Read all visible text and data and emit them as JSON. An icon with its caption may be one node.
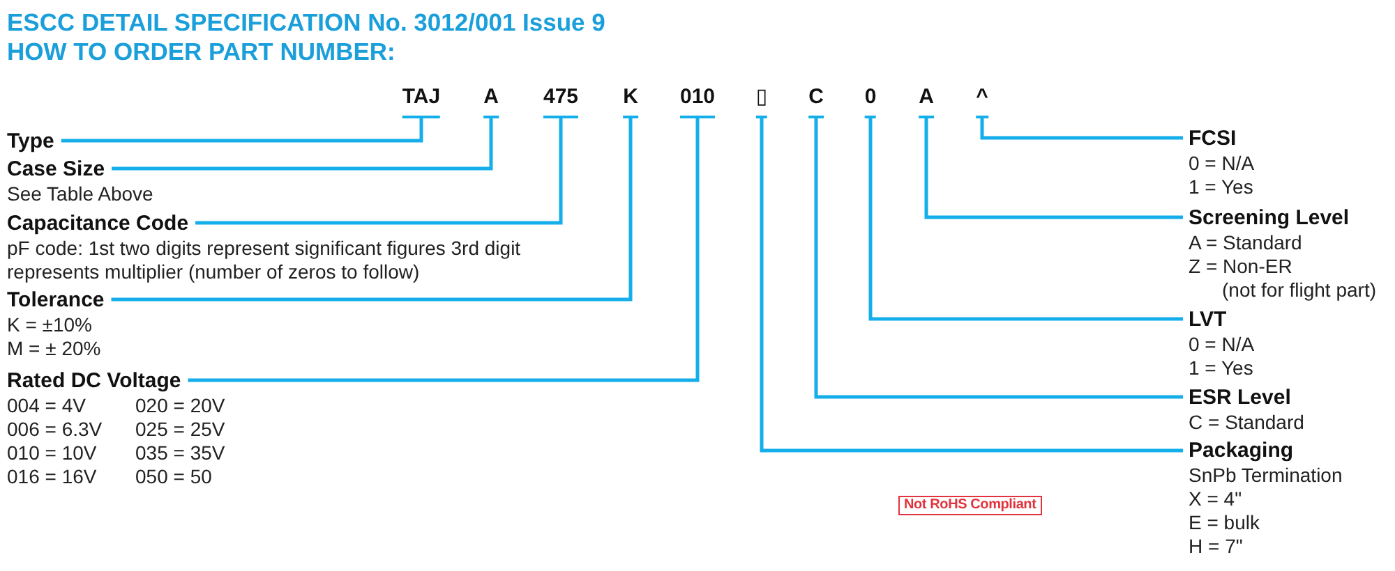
{
  "diagram": {
    "title": "ESCC DETAIL SPECIFICATION No. 3012/001 Issue 9",
    "nodes": [
      {
        "text": [
          "TAJ"
        ]
      },
      {
        "text": [
          "A"
        ]
      },
      {
        "text": [
          "475"
        ]
      },
      {
        "text": [
          "K"
        ]
      },
      {
        "text": [
          "010"
        ]
      },
      {
        "text": [
          "▯"
        ]
      },
      {
        "text": [
          "C"
        ]
      },
      {
        "text": [
          "0"
        ]
      },
      {
        "text": [
          "A"
        ]
      },
      {
        "text": [
          "^"
        ]
      },
      {
        "text": [
          "Type"
        ]
      },
      {
        "text": [
          "Case Size"
        ],
        "beside": [
          "See Table Above"
        ]
      },
      {
        "text": [
          "Capacitance Code"
        ],
        "beside": [
          "pF code: 1st two digits represent significant figures 3rd digit represents multiplier (number of zeros to follow)"
        ]
      },
      {
        "text": [
          "Tolerance"
        ],
        "beside": [
          "K = ±10%",
          "M = ± 20%"
        ]
      },
      {
        "text": [
          "Rated DC Voltage"
        ],
        "beside": [
          "004 = 4V",
          "020 = 20V",
          "006 = 6.3V",
          "025 = 25V",
          "010 = 10V",
          "035 = 35V",
          "016 = 16V",
          "050 = 50"
        ]
      },
      {
        "text": [
          "FCSI"
        ],
        "beside": [
          "0 = N/A",
          "1 = Yes"
        ]
      },
      {
        "text": [
          "Screening Level"
        ],
        "beside": [
          "A = Standard",
          "Z = Non-ER (not for flight part)"
        ]
      },
      {
        "text": [
          "LVT"
        ],
        "beside": [
          "0 = N/A",
          "1 = Yes"
        ]
      },
      {
        "text": [
          "ESR Level"
        ],
        "beside": [
          "C = Standard"
        ]
      },
      {
        "text": [
          "Packaging"
        ],
        "beside": [
          "SnPb Termination",
          "X = 4\"",
          "E = bulk",
          "H = 7\""
        ]
      },
      {
        "text": [
          "Not RoHS Compliant"
        ]
      }
    ],
    "edges": [
      {
        "from": 0,
        "to": 10,
        "arrow": "none"
      },
      {
        "from": 1,
        "to": 11,
        "arrow": "none"
      },
      {
        "from": 2,
        "to": 12,
        "arrow": "none"
      },
      {
        "from": 3,
        "to": 13,
        "arrow": "none"
      },
      {
        "from": 4,
        "to": 14,
        "arrow": "none"
      },
      {
        "from": 5,
        "to": 19,
        "arrow": "none"
      },
      {
        "from": 6,
        "to": 18,
        "arrow": "none"
      },
      {
        "from": 7,
        "to": 17,
        "arrow": "none"
      },
      {
        "from": 8,
        "to": 16,
        "arrow": "none"
      },
      {
        "from": 9,
        "to": 15,
        "arrow": "none"
      }
    ],
    "labels": [
      "HOW TO ORDER PART NUMBER:"
    ]
  }
}
